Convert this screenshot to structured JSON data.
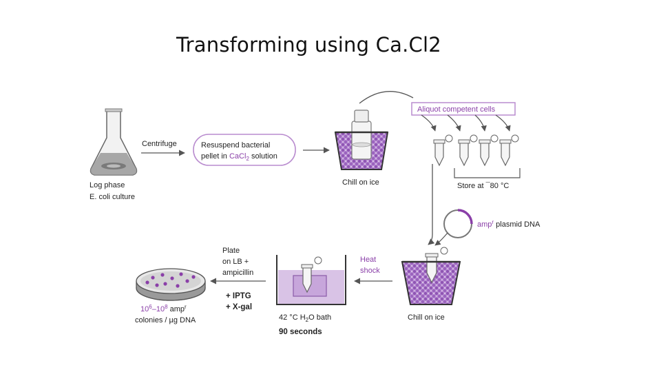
{
  "title": "Transforming using Ca.Cl2",
  "colors": {
    "accent": "#8a3fa8",
    "ice": "#a873c9",
    "stroke": "#444444",
    "pill_border": "#b98ccf"
  },
  "steps": {
    "flask": {
      "line1": "Log phase",
      "line2": "E. coli culture"
    },
    "centrifuge": "Centrifuge",
    "resuspend": {
      "line1": "Resuspend bacterial",
      "line2_prefix": "pellet in ",
      "line2_accent": "CaCl",
      "line2_sub": "2",
      "line2_suffix": " solution"
    },
    "chill1": "Chill on ice",
    "aliquot": "Aliquot competent cells",
    "store": {
      "prefix": "Store at ",
      "value": "¯80 °C"
    },
    "plasmid": {
      "label": "amp",
      "sup": "r",
      "suffix": " plasmid DNA"
    },
    "heat": {
      "line1": "Heat",
      "line2": "shock"
    },
    "chill2": "Chill on ice",
    "bath": {
      "prefix": "42 ",
      "deg": "°",
      "mid": "C H",
      "sub": "2",
      "suffix": "O bath",
      "time": "90 seconds"
    },
    "plate": {
      "line1": "Plate",
      "line2": "on LB +",
      "line3": "ampicillin",
      "iptg": "+ IPTG",
      "xgal": "+ X-gal"
    },
    "colonies": {
      "range_a": "10",
      "sup_a": "6",
      "dash": "–10",
      "sup_b": "8",
      "amp": " amp",
      "sup_r": "r",
      "line2": "colonies / µg DNA"
    }
  }
}
